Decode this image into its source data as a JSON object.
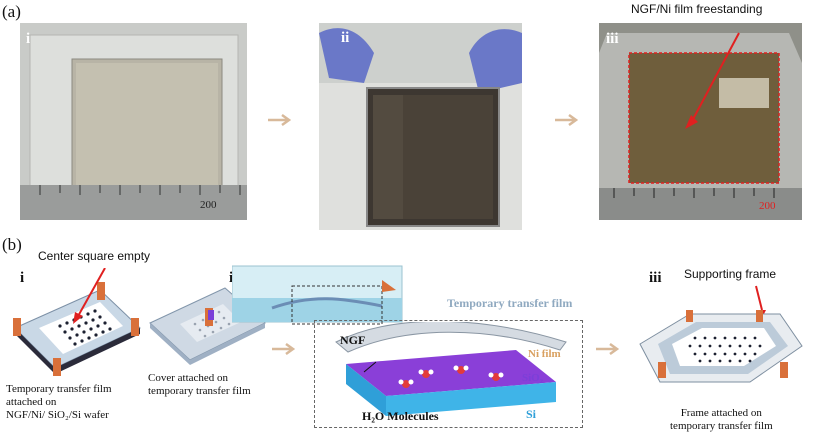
{
  "panel_a": {
    "label": "(a)",
    "steps": [
      "i",
      "ii",
      "iii"
    ],
    "callout": "NGF/Ni film freestanding",
    "ruler_marks_1": "200",
    "ruler_marks_3": "200"
  },
  "panel_b": {
    "label": "(b)",
    "steps": [
      "i",
      "ii",
      "iii"
    ],
    "callout_center": "Center square empty",
    "caption_1": [
      "Temporary transfer film",
      "attached on",
      "NGF/Ni/ SiO₂/Si wafer"
    ],
    "caption_2": [
      "Cover attached on",
      "temporary transfer film"
    ],
    "caption_3": [
      "Frame attached on",
      "temporary transfer film"
    ],
    "label_temp_film": "Temporary transfer film",
    "label_ngf": "NGF",
    "label_ni_film": "Ni film",
    "label_sio2": "SiO₂",
    "label_si": "Si",
    "label_h2o": "H₂O Molecules",
    "label_supporting": "Supporting frame"
  },
  "colors": {
    "arrow": "#d8b99a",
    "callout_red": "#e02020",
    "orange_clip": "#d9703a",
    "si_blue": "#3fb4e8",
    "sio2_purple": "#8a3fd8",
    "film_gray": "#cdd6df"
  }
}
